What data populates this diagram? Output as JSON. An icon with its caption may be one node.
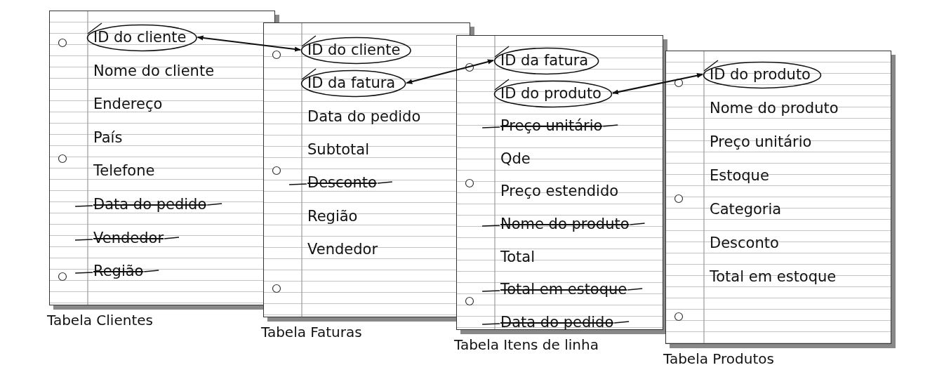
{
  "diagram": {
    "nodes": [
      {
        "text": [
          "Tabela Clientes"
        ]
      },
      {
        "text": [
          "ID do cliente"
        ],
        "in": 0
      },
      {
        "text": [
          "Nome do cliente"
        ],
        "in": 0
      },
      {
        "text": [
          "Endereço"
        ],
        "in": 0
      },
      {
        "text": [
          "País"
        ],
        "in": 0
      },
      {
        "text": [
          "Telefone"
        ],
        "in": 0
      },
      {
        "text": [
          "Data do pedido"
        ],
        "in": 0
      },
      {
        "text": [
          "Vendedor"
        ],
        "in": 0
      },
      {
        "text": [
          "Região"
        ],
        "in": 0
      },
      {
        "text": [
          "Tabela Faturas"
        ]
      },
      {
        "text": [
          "ID do cliente"
        ],
        "in": 9
      },
      {
        "text": [
          "ID da fatura"
        ],
        "in": 9
      },
      {
        "text": [
          "Data do pedido"
        ],
        "in": 9
      },
      {
        "text": [
          "Subtotal"
        ],
        "in": 9
      },
      {
        "text": [
          "Desconto"
        ],
        "in": 9
      },
      {
        "text": [
          "Região"
        ],
        "in": 9
      },
      {
        "text": [
          "Vendedor"
        ],
        "in": 9
      },
      {
        "text": [
          "Tabela Itens de linha"
        ]
      },
      {
        "text": [
          "ID da fatura"
        ],
        "in": 17
      },
      {
        "text": [
          "ID do produto"
        ],
        "in": 17
      },
      {
        "text": [
          "Preço unitário"
        ],
        "in": 17
      },
      {
        "text": [
          "Qde"
        ],
        "in": 17
      },
      {
        "text": [
          "Preço estendido"
        ],
        "in": 17
      },
      {
        "text": [
          "Nome do produto"
        ],
        "in": 17
      },
      {
        "text": [
          "Total"
        ],
        "in": 17
      },
      {
        "text": [
          "Total em estoque"
        ],
        "in": 17
      },
      {
        "text": [
          "Data do pedido"
        ],
        "in": 17
      },
      {
        "text": [
          "Tabela Produtos"
        ]
      },
      {
        "text": [
          "ID do produto"
        ],
        "in": 27
      },
      {
        "text": [
          "Nome do produto"
        ],
        "in": 27
      },
      {
        "text": [
          "Preço unitário"
        ],
        "in": 27
      },
      {
        "text": [
          "Estoque"
        ],
        "in": 27
      },
      {
        "text": [
          "Categoria"
        ],
        "in": 27
      },
      {
        "text": [
          "Desconto"
        ],
        "in": 27
      },
      {
        "text": [
          "Total em estoque"
        ],
        "in": 27
      }
    ],
    "edges": [
      {
        "from": 1,
        "to": 10,
        "arrow": "both"
      },
      {
        "from": 11,
        "to": 18,
        "arrow": "both"
      },
      {
        "from": 19,
        "to": 28,
        "arrow": "both"
      }
    ]
  }
}
